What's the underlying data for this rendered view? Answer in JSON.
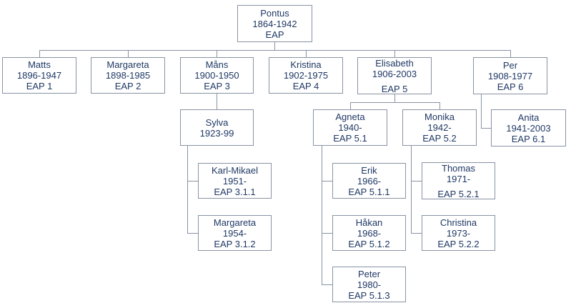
{
  "diagram": {
    "type": "family-tree-org-chart",
    "colors": {
      "text": "#1f3864",
      "line": "#8793a3",
      "background": "#ffffff"
    },
    "nodes": {
      "pontus": {
        "name": "Pontus",
        "years": "1864-1942",
        "code": "EAP"
      },
      "matts": {
        "name": "Matts",
        "years": "1896-1947",
        "code": "EAP 1"
      },
      "margareta1": {
        "name": "Margareta",
        "years": "1898-1985",
        "code": "EAP 2"
      },
      "mans": {
        "name": "Måns",
        "years": "1900-1950",
        "code": "EAP 3"
      },
      "kristina": {
        "name": "Kristina",
        "years": "1902-1975",
        "code": "EAP 4"
      },
      "elisabeth": {
        "name": "Elisabeth",
        "years": "1906-2003",
        "code": "EAP 5"
      },
      "per": {
        "name": "Per",
        "years": "1908-1977",
        "code": "EAP 6"
      },
      "sylva": {
        "name": "Sylva",
        "years": "1923-99",
        "code": ""
      },
      "agneta": {
        "name": "Agneta",
        "years": "1940-",
        "code": "EAP 5.1"
      },
      "monika": {
        "name": "Monika",
        "years": "1942-",
        "code": "EAP 5.2"
      },
      "anita": {
        "name": "Anita",
        "years": "1941-2003",
        "code": "EAP 6.1"
      },
      "karlmikael": {
        "name": "Karl-Mikael",
        "years": "1951-",
        "code": "EAP 3.1.1"
      },
      "margareta2": {
        "name": "Margareta",
        "years": "1954-",
        "code": "EAP 3.1.2"
      },
      "erik": {
        "name": "Erik",
        "years": "1966-",
        "code": "EAP 5.1.1"
      },
      "hakan": {
        "name": "Håkan",
        "years": "1968-",
        "code": "EAP 5.1.2"
      },
      "peter": {
        "name": "Peter",
        "years": "1980-",
        "code": "EAP 5.1.3"
      },
      "thomas": {
        "name": "Thomas",
        "years": "1971-",
        "code": "EAP 5.2.1"
      },
      "christina": {
        "name": "Christina",
        "years": "1973-",
        "code": "EAP 5.2.2"
      }
    },
    "relations": [
      "Pontus -> Matts, Margareta, Måns, Kristina, Elisabeth, Per",
      "Måns -> Sylva",
      "Sylva -> Karl-Mikael, Margareta",
      "Elisabeth -> Agneta, Monika",
      "Agneta -> Erik, Håkan, Peter",
      "Monika -> Thomas, Christina",
      "Per -> Anita"
    ]
  }
}
